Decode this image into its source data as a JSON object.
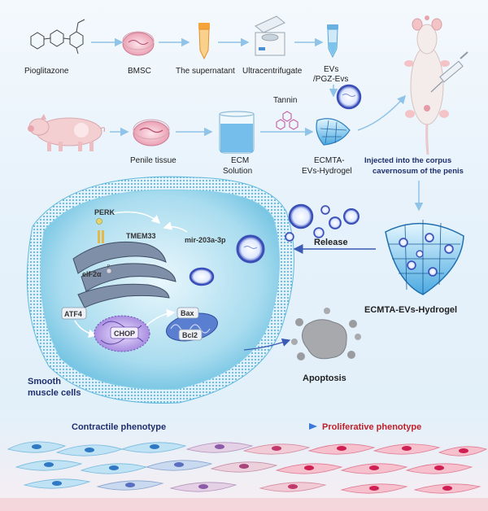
{
  "top_flow": {
    "pioglitazone": "Pioglitazone",
    "bmsc": "BMSC",
    "supernatant": "The supernatant",
    "ultracentrifugate": "Ultracentrifugate",
    "evs_line1": "EVs",
    "evs_line2": "/PGZ-Evs"
  },
  "mid_flow": {
    "penile_tissue": "Penile tissue",
    "ecm_line1": "ECM",
    "ecm_line2": "Solution",
    "tannin": "Tannin",
    "hydrogel_line1": "ECMTA-",
    "hydrogel_line2": "EVs-Hydrogel",
    "inject_line1": "Injected into the corpus",
    "inject_line2": "cavernosum of the penis"
  },
  "cell": {
    "perk": "PERK",
    "tmem33": "TMEM33",
    "mir": "mir-203a-3p",
    "eif2a": "eIF2α",
    "p": "P",
    "atf4": "ATF4",
    "chop": "CHOP",
    "bax": "Bax",
    "bcl2": "Bcl2",
    "smc_line1": "Smooth",
    "smc_line2": "muscle cells"
  },
  "release": "Release",
  "hydrogel_big": "ECMTA-EVs-Hydrogel",
  "apoptosis": "Apoptosis",
  "phenotype": {
    "contractile": "Contractile phenotype",
    "proliferative": "Proliferative phenotype"
  },
  "colors": {
    "arrow": "#8fc3e8",
    "navy": "#1f2f6e",
    "red": "#c0202a",
    "ev_ring": "#3a4fb8"
  }
}
